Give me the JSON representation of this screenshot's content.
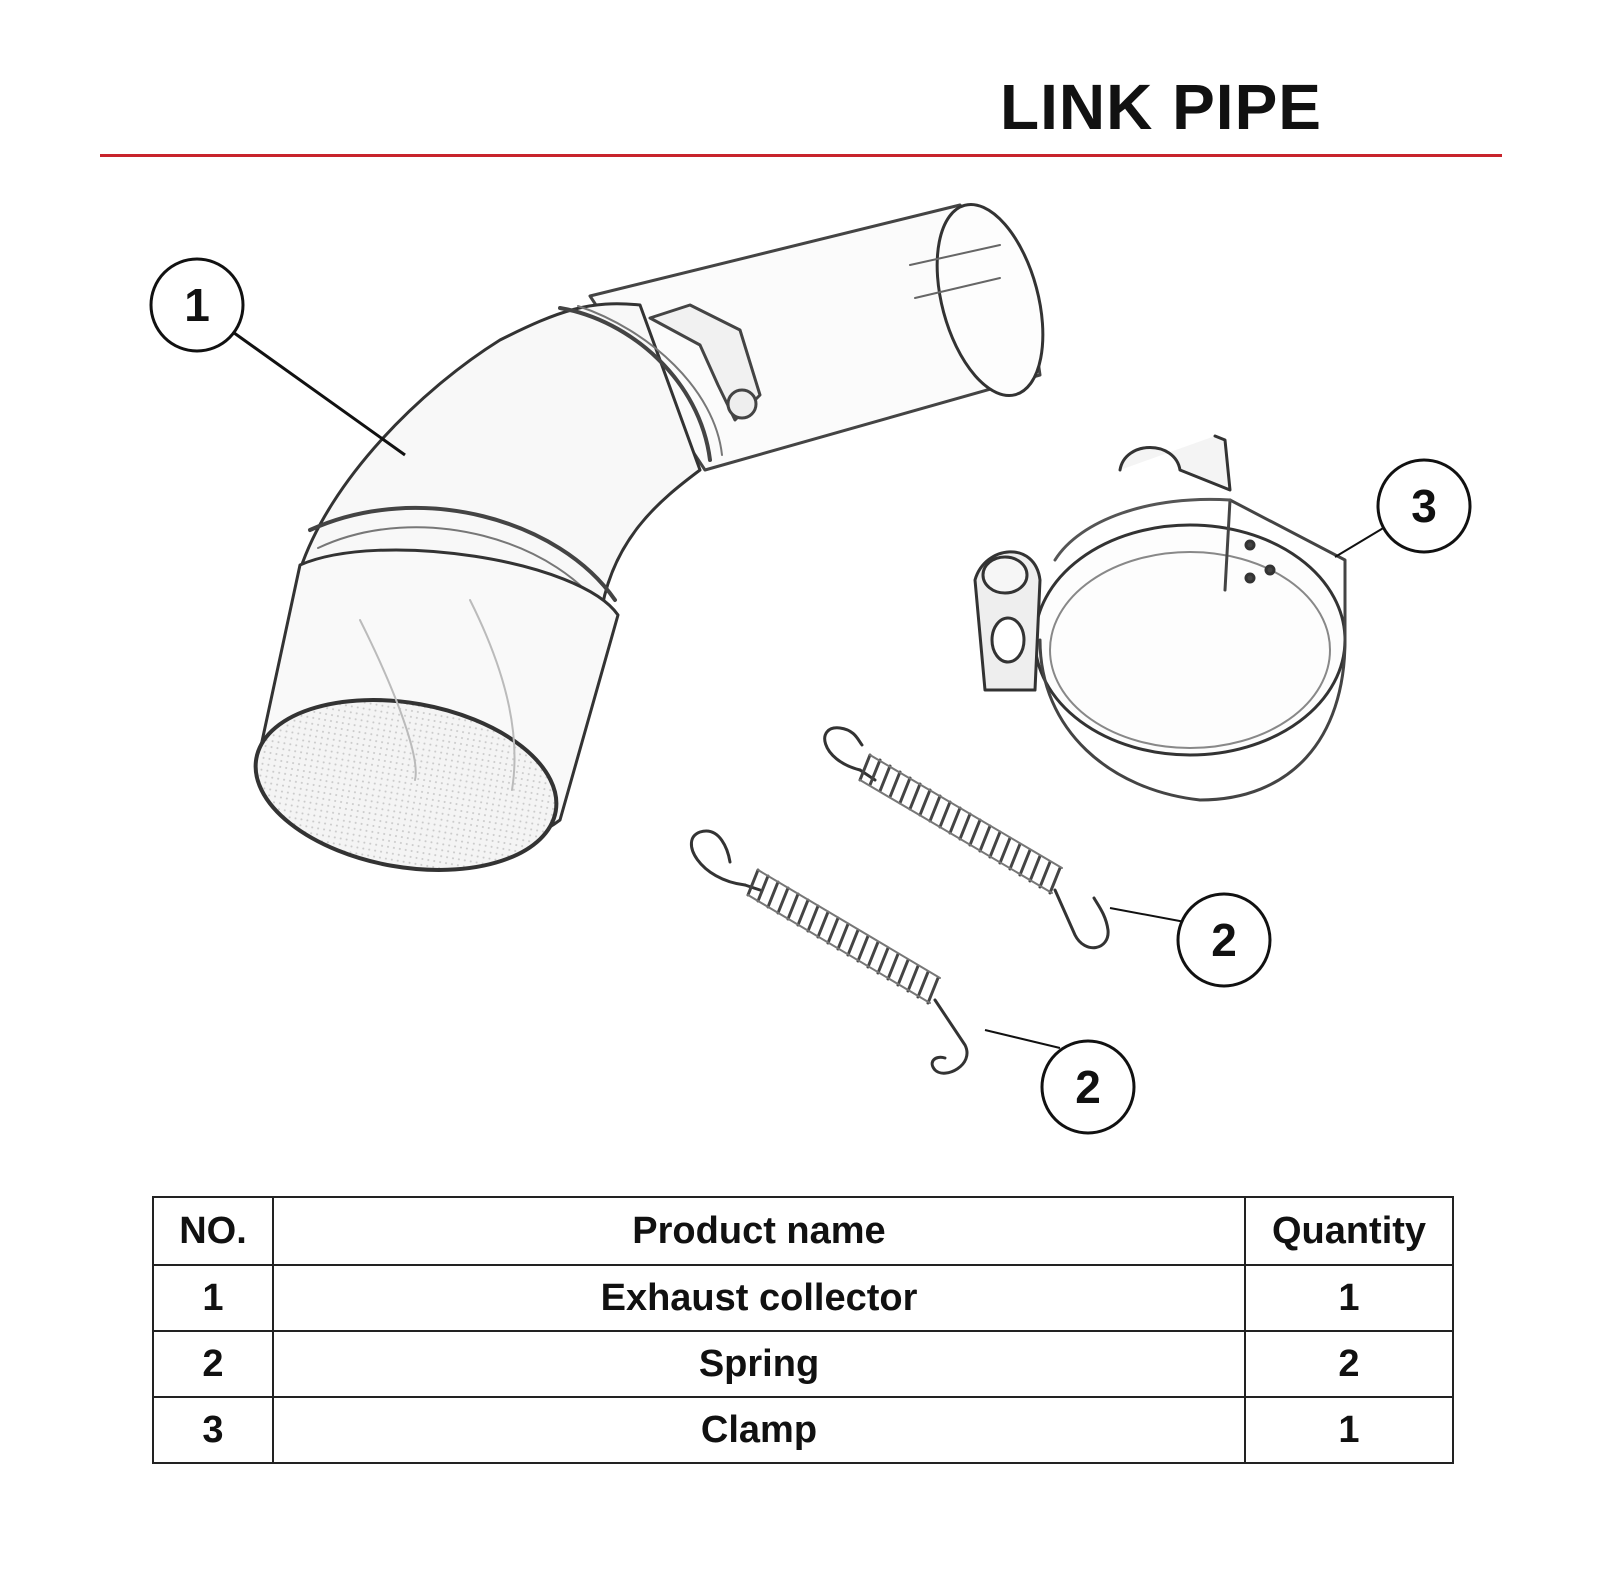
{
  "header": {
    "title": "LINK PIPE"
  },
  "colors": {
    "rule": "#c8232c",
    "ink": "#222222",
    "paper": "#ffffff"
  },
  "diagram": {
    "callouts": [
      {
        "number": "1",
        "part": "Exhaust collector"
      },
      {
        "number": "2",
        "part": "Spring"
      },
      {
        "number": "2",
        "part": "Spring"
      },
      {
        "number": "3",
        "part": "Clamp"
      }
    ]
  },
  "table": {
    "headers": [
      "NO.",
      "Product name",
      "Quantity"
    ],
    "rows": [
      {
        "no": "1",
        "name": "Exhaust collector",
        "qty": "1"
      },
      {
        "no": "2",
        "name": "Spring",
        "qty": "2"
      },
      {
        "no": "3",
        "name": "Clamp",
        "qty": "1"
      }
    ]
  }
}
